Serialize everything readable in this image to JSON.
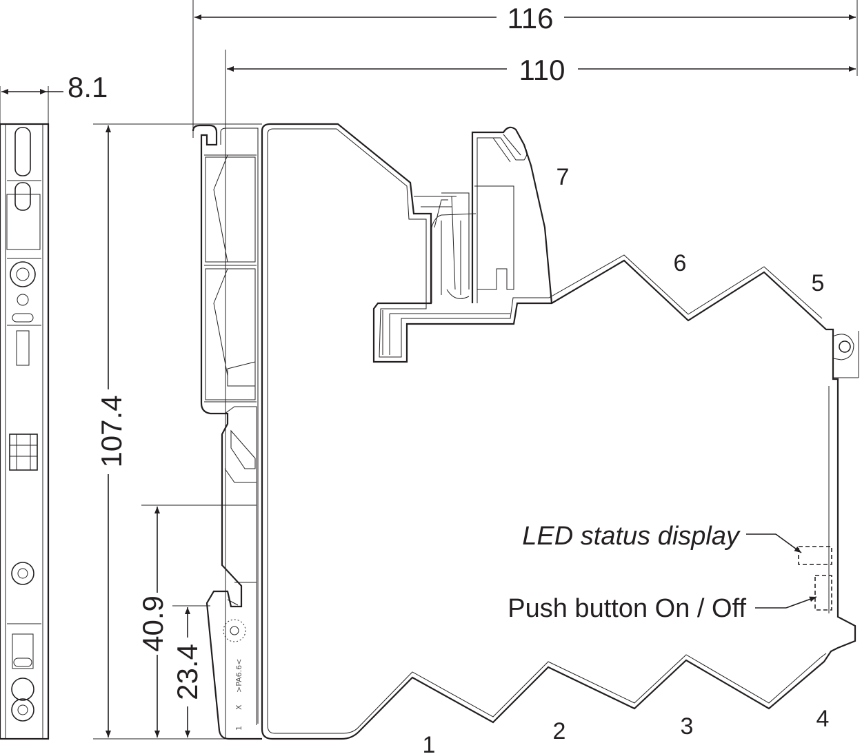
{
  "dimensions": {
    "overall_length": "116",
    "base_length": "110",
    "width": "8.1",
    "height": "107.4",
    "lower_height": "40.9",
    "rail_height": "23.4"
  },
  "terminal_numbers": [
    "1",
    "2",
    "3",
    "4",
    "5",
    "6",
    "7"
  ],
  "callouts": {
    "led_status": "LED status display",
    "push_button": "Push button On / Off"
  },
  "housing_marking": {
    "material": ">PA6.6<",
    "line_x": "X",
    "line_one": "1",
    "line_num": "1"
  }
}
